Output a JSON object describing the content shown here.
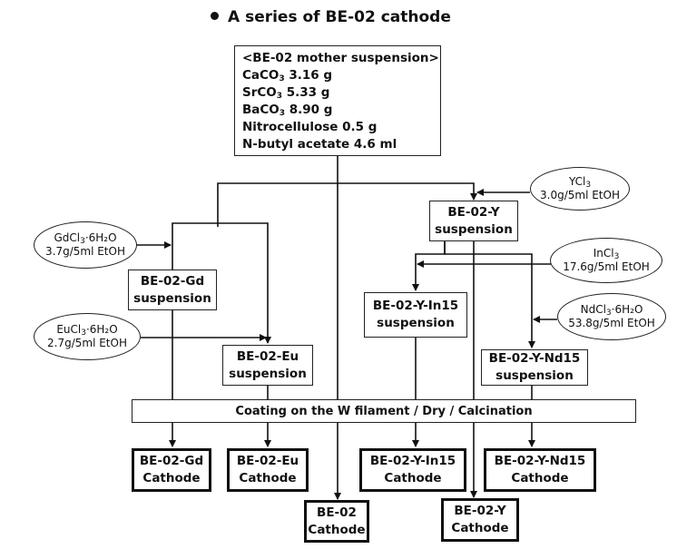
{
  "title": "A series of BE-02 cathode",
  "mother": {
    "header": "<BE-02 mother suspension>",
    "lines": [
      {
        "pre": "CaCO",
        "sub": "3",
        "post": " 3.16 g"
      },
      {
        "pre": "SrCO",
        "sub": "3",
        "post": " 5.33 g"
      },
      {
        "pre": "BaCO",
        "sub": "3",
        "post": " 8.90 g"
      },
      {
        "pre": "Nitrocellulose 0.5 g",
        "sub": "",
        "post": ""
      },
      {
        "pre": "N-butyl acetate 4.6 ml",
        "sub": "",
        "post": ""
      }
    ]
  },
  "additives": {
    "ycl3": {
      "l1_pre": "YCl",
      "l1_sub": "3",
      "l1_post": "",
      "l2": "3.0g/5ml EtOH"
    },
    "gdcl3": {
      "l1_pre": "GdCl",
      "l1_sub": "3",
      "l1_post": "·6H₂O",
      "l2": "3.7g/5ml EtOH"
    },
    "eucl3": {
      "l1_pre": "EuCl",
      "l1_sub": "3",
      "l1_post": "·6H₂O",
      "l2": "2.7g/5ml EtOH"
    },
    "incl3": {
      "l1_pre": "InCl",
      "l1_sub": "3",
      "l1_post": "",
      "l2": "17.6g/5ml EtOH"
    },
    "ndcl3": {
      "l1_pre": "NdCl",
      "l1_sub": "3",
      "l1_post": "·6H₂O",
      "l2": "53.8g/5ml EtOH"
    }
  },
  "suspensions": {
    "y": {
      "l1": "BE-02-Y",
      "l2": "suspension"
    },
    "gd": {
      "l1": "BE-02-Gd",
      "l2": "suspension"
    },
    "eu": {
      "l1": "BE-02-Eu",
      "l2": "suspension"
    },
    "yin": {
      "l1": "BE-02-Y-In15",
      "l2": "suspension"
    },
    "ynd": {
      "l1": "BE-02-Y-Nd15",
      "l2": "suspension"
    }
  },
  "coating": "Coating on the W filament / Dry / Calcination",
  "cathodes": {
    "gd": {
      "l1": "BE-02-Gd",
      "l2": "Cathode"
    },
    "eu": {
      "l1": "BE-02-Eu",
      "l2": "Cathode"
    },
    "yin": {
      "l1": "BE-02-Y-In15",
      "l2": "Cathode"
    },
    "ynd": {
      "l1": "BE-02-Y-Nd15",
      "l2": "Cathode"
    },
    "base": {
      "l1": "BE-02",
      "l2": "Cathode"
    },
    "y": {
      "l1": "BE-02-Y",
      "l2": "Cathode"
    }
  }
}
